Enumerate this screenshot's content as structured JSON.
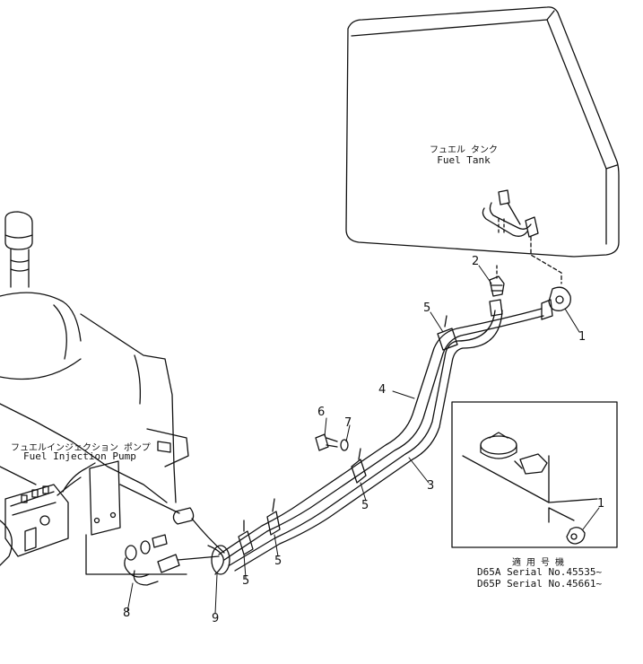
{
  "labels": {
    "fuel_tank_jp": "フュエル タンク",
    "fuel_tank_en": "Fuel Tank",
    "injection_pump_jp": "フュエルインジェクション ポンプ",
    "injection_pump_en": "Fuel Injection Pump",
    "serial_heading": "適 用 号 機",
    "serial_1": "D65A Serial No.45535~",
    "serial_2": "D65P Serial No.45661~"
  },
  "callouts": {
    "c1": "1",
    "c2": "2",
    "c3": "3",
    "c4": "4",
    "c5a": "5",
    "c5b": "5",
    "c5c": "5",
    "c5d": "5",
    "c6": "6",
    "c7": "7",
    "c8": "8",
    "c9": "9",
    "inset_1": "1"
  }
}
